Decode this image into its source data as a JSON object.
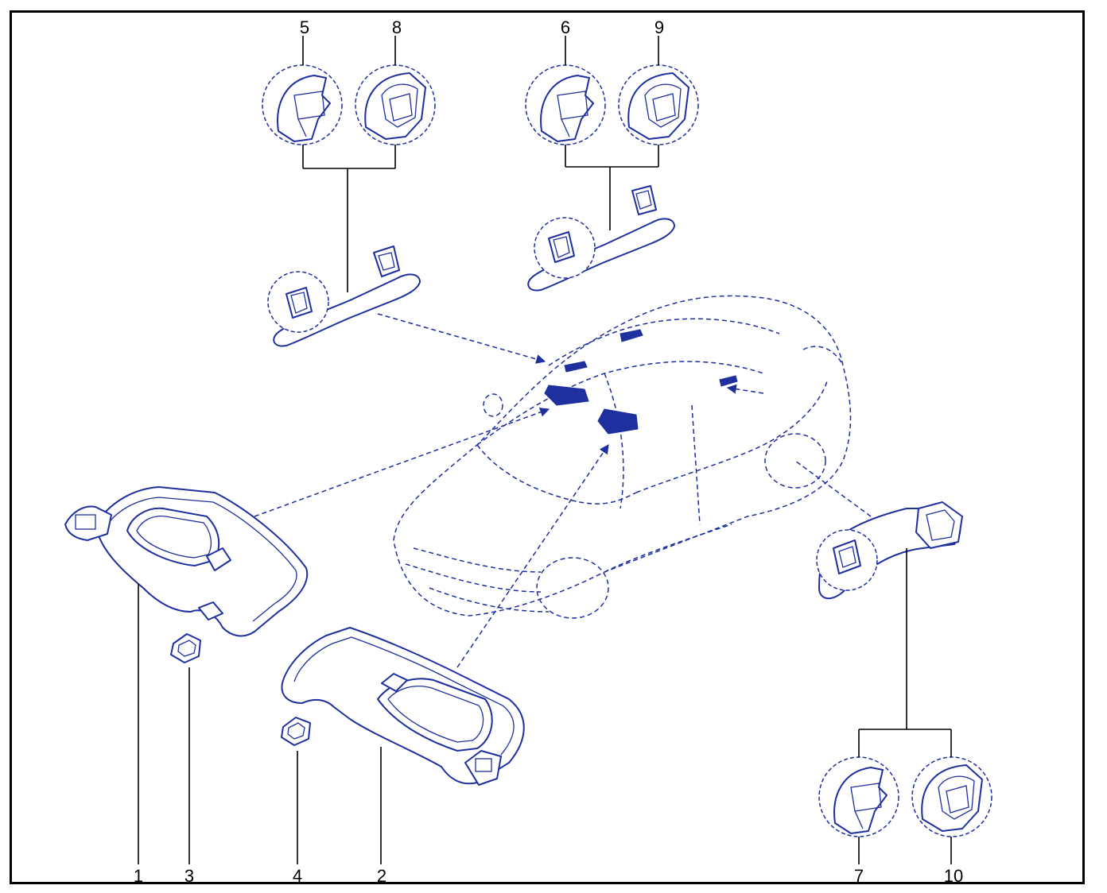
{
  "colors": {
    "line": "#1e2f9e",
    "frame": "#000000",
    "background": "#ffffff"
  },
  "callouts": {
    "c1": "1",
    "c2": "2",
    "c3": "3",
    "c4": "4",
    "c5": "5",
    "c6": "6",
    "c7": "7",
    "c8": "8",
    "c9": "9",
    "c10": "10"
  }
}
